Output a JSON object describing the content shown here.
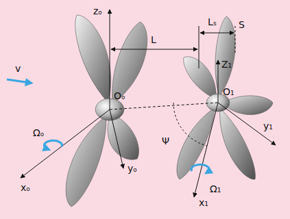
{
  "diagram": {
    "labels": [
      "v",
      "Ωₒ",
      "xₒ",
      "zₒ",
      "Oₒ",
      "yₒ",
      "L",
      "Lₛ",
      "S",
      "Z₁",
      "O₁",
      "y₁",
      "Ψ",
      "x₁",
      "Ω₁"
    ]
  }
}
